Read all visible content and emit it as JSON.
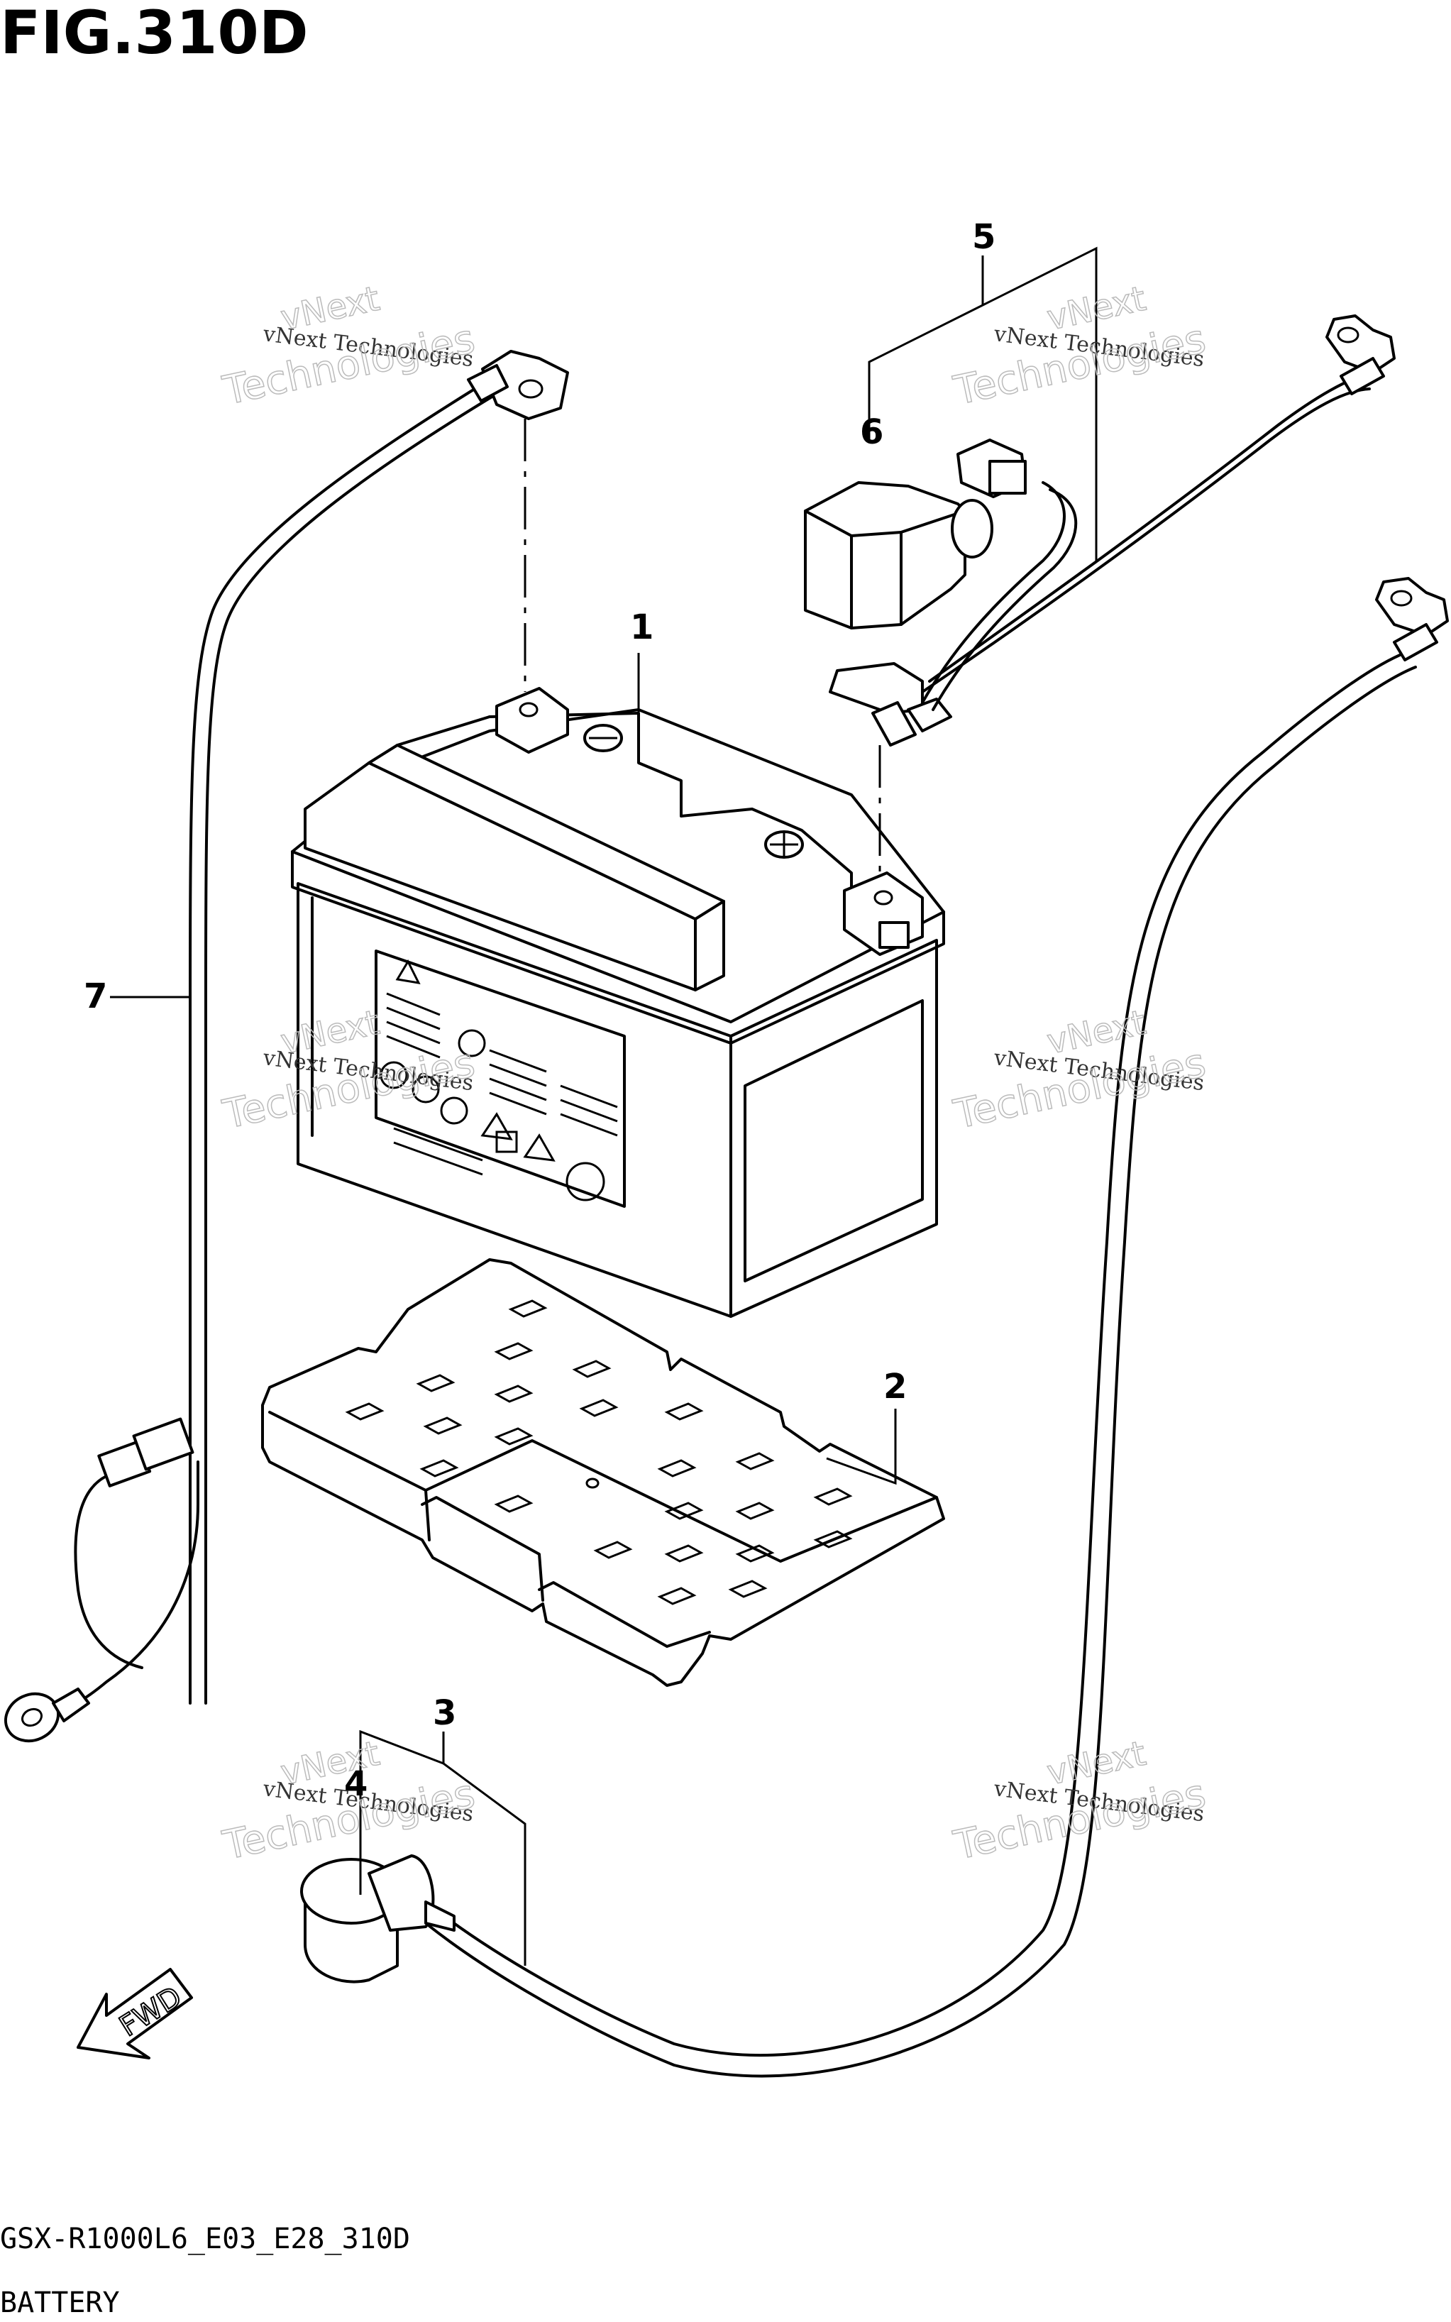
{
  "figure": {
    "title": "FIG.310D",
    "code": "GSX-R1000L6_E03_E28_310D",
    "caption": "BATTERY"
  },
  "callouts": [
    {
      "id": "1",
      "label": "1"
    },
    {
      "id": "2",
      "label": "2"
    },
    {
      "id": "3",
      "label": "3"
    },
    {
      "id": "4",
      "label": "4"
    },
    {
      "id": "5",
      "label": "5"
    },
    {
      "id": "6",
      "label": "6"
    },
    {
      "id": "7",
      "label": "7"
    }
  ],
  "direction_marker": "FWD",
  "watermark": {
    "line1": "vNext Technologies",
    "big1": "vNext",
    "big2": "Technologies"
  }
}
